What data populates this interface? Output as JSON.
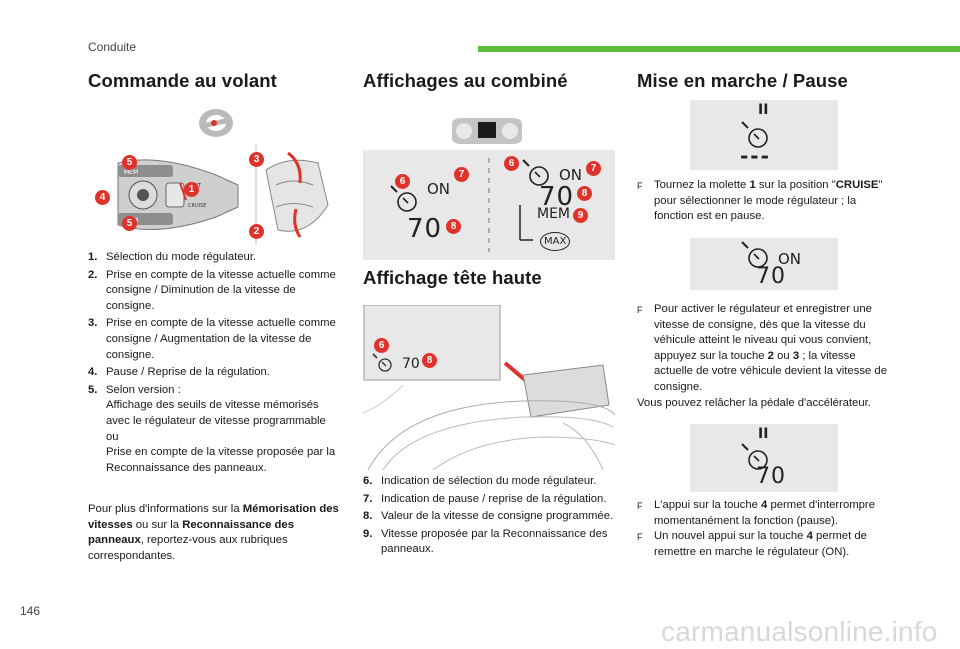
{
  "header": {
    "section": "Conduite",
    "accent_color": "#5cbf3c"
  },
  "col1": {
    "title": "Commande au volant",
    "figure_badges": [
      "5",
      "3",
      "1",
      "4",
      "5",
      "2"
    ],
    "items": [
      {
        "num": "1.",
        "text": "Sélection du mode régulateur."
      },
      {
        "num": "2.",
        "text": "Prise en compte de la vitesse actuelle comme consigne / Diminution de la vitesse de consigne."
      },
      {
        "num": "3.",
        "text": "Prise en compte de la vitesse actuelle comme consigne / Augmentation de la vitesse de consigne."
      },
      {
        "num": "4.",
        "text": "Pause / Reprise de la régulation."
      },
      {
        "num": "5.",
        "text": "Selon version :",
        "lines": [
          "Affichage des seuils de vitesse mémorisés avec le régulateur de vitesse programmable",
          "ou",
          "Prise en compte de la vitesse proposée par la Reconnaissance des panneaux."
        ]
      }
    ],
    "note": {
      "p1": "Pour plus d'informations sur la ",
      "b1": "Mémorisation des vitesses",
      "p2": " ou sur la ",
      "b2": "Reconnaissance des panneaux",
      "p3": ", reportez-vous aux rubriques correspondantes."
    }
  },
  "col2": {
    "title": "Affichages au combiné",
    "lcd": {
      "on1": "ON",
      "speed1": "70",
      "on2": "ON",
      "speed2": "70",
      "mem": "MEM",
      "max": "MAX"
    },
    "badges": [
      "6",
      "7",
      "8",
      "6",
      "7",
      "8",
      "9"
    ],
    "title2": "Affichage tête haute",
    "hud": {
      "speed": "70",
      "badges": [
        "6",
        "8"
      ]
    },
    "items": [
      {
        "num": "6.",
        "text": "Indication de sélection du mode régulateur."
      },
      {
        "num": "7.",
        "text": "Indication de pause / reprise de la régulation."
      },
      {
        "num": "8.",
        "text": "Valeur de la vitesse de consigne programmée."
      },
      {
        "num": "9.",
        "text": "Vitesse proposée par la Reconnaissance des panneaux."
      }
    ]
  },
  "col3": {
    "title": "Mise en marche / Pause",
    "lcd1": {
      "pause": "II",
      "speed": "---"
    },
    "bullet1": {
      "marker": "F",
      "a": "Tournez la molette ",
      "b": "1",
      "c": " sur la position \"",
      "d": "CRUISE",
      "e": "\" pour sélectionner le mode régulateur ; la fonction est en pause."
    },
    "lcd2": {
      "on": "ON",
      "speed": "70"
    },
    "bullet2": {
      "marker": "F",
      "a": "Pour activer le régulateur et enregistrer une vitesse de consigne, dès que la vitesse du véhicule atteint le niveau qui vous convient, appuyez sur la touche ",
      "b": "2",
      "c": " ou ",
      "d": "3",
      "e": " ; la vitesse actuelle de votre véhicule devient la vitesse de consigne."
    },
    "para": "Vous pouvez relâcher la pédale d'accélérateur.",
    "lcd3": {
      "pause": "II",
      "speed": "70"
    },
    "bullet3": {
      "marker": "F",
      "a": "L'appui sur la touche ",
      "b": "4",
      "c": " permet d'interrompre momentanément la fonction (pause)."
    },
    "bullet4": {
      "marker": "F",
      "a": "Un nouvel appui sur la touche ",
      "b": "4",
      "c": " permet de remettre en marche le régulateur (ON)."
    }
  },
  "footer": {
    "page": "146",
    "watermark": "carmanualsonline.info"
  }
}
